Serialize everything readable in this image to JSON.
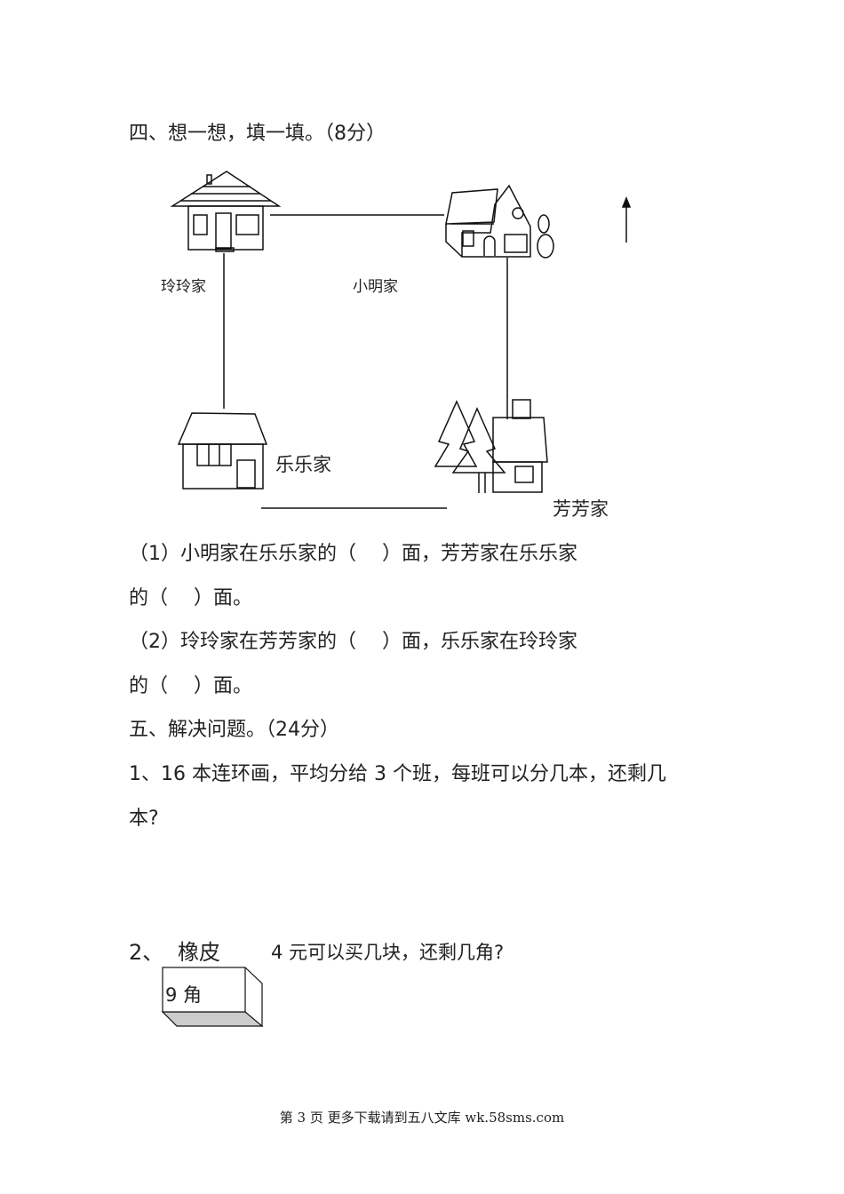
{
  "section4": {
    "title": "四、想一想，填一填。（8分）",
    "labels": {
      "lingling": "玲玲家",
      "xiaoming": "小明家",
      "lele": "乐乐家",
      "fangfang": "芳芳家"
    },
    "q1_line1": "（1）小明家在乐乐家的（　 ）面，芳芳家在乐乐家",
    "q1_line2": "的（　 ）面。",
    "q2_line1": "（2）玲玲家在芳芳家的（　 ）面，乐乐家在玲玲家",
    "q2_line2": "的（　 ）面。"
  },
  "section5": {
    "title": "五、解决问题。（24分）",
    "p1_line1": "1、16 本连环画，平均分给 3 个班，每班可以分几本，还剩几",
    "p1_line2": "本?",
    "p2_num": "2、",
    "p2_item": "橡皮",
    "p2_question": "4 元可以买几块，还剩几角?",
    "p2_price": "9 角"
  },
  "footer": "第 3 页 更多下载请到五八文库 wk.58sms.com"
}
